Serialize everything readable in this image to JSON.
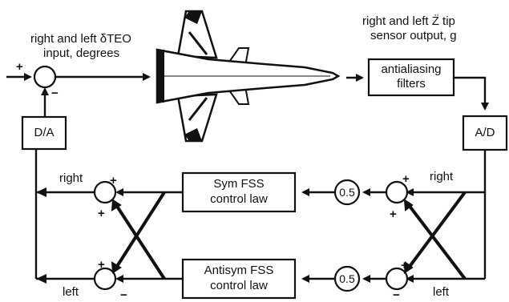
{
  "labels": {
    "input_line1": "right and left δTEO",
    "input_line2": "input, degrees",
    "output_line1": "right and left Z̈ tip",
    "output_line2": "sensor output, g",
    "da": "D/A",
    "ad": "A/D",
    "antialias_line1": "antialiasing",
    "antialias_line2": "filters",
    "sym_line1": "Sym FSS",
    "sym_line2": "control law",
    "antisym_line1": "Antisym FSS",
    "antisym_line2": "control law",
    "gain_top": "0.5",
    "gain_bottom": "0.5",
    "right_left_side": "right",
    "left_left_side": "left",
    "right_right_side": "right",
    "left_right_side": "left",
    "plus": "+",
    "minus": "−"
  }
}
